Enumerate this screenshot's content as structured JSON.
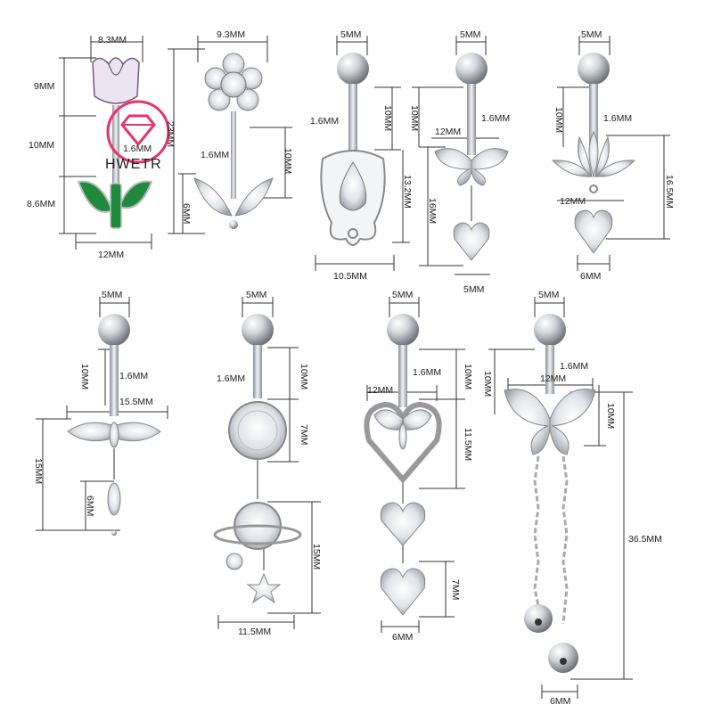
{
  "brand": {
    "name": "HWETR",
    "logo_color": "#e8336b"
  },
  "colors": {
    "metal": "#c9ccd1",
    "metal_dark": "#8a8f96",
    "petal": "#ece4f3",
    "leaf": "#1f8a3c",
    "dim_line": "#333333"
  },
  "items": [
    {
      "id": "tulip",
      "labels": {
        "width_top": "8.3MM",
        "head": "9MM",
        "stem": "10MM",
        "leaf": "8.6MM",
        "bar": "1.6MM",
        "width_bottom": "12MM"
      }
    },
    {
      "id": "flower",
      "labels": {
        "width_top": "9.3MM",
        "total": "23MM",
        "bar": "1.6MM",
        "stem": "10MM",
        "drop": "6MM"
      }
    },
    {
      "id": "teardrop-shield",
      "labels": {
        "ball": "5MM",
        "bar": "1.6MM",
        "length": "10MM",
        "height": "13.2MM",
        "width": "10.5MM"
      }
    },
    {
      "id": "butterfly-heart",
      "labels": {
        "ball": "5MM",
        "length": "10MM",
        "bar": "1.6MM",
        "wing": "12MM",
        "drop": "16MM",
        "heart": "5MM"
      }
    },
    {
      "id": "lotus-heart",
      "labels": {
        "ball": "5MM",
        "length": "10MM",
        "bar": "1.6MM",
        "height": "16.5MM",
        "width": "12MM",
        "heart": "6MM"
      }
    },
    {
      "id": "angel-wings",
      "labels": {
        "ball": "5MM",
        "length": "10MM",
        "bar": "1.6MM",
        "width": "15.5MM",
        "drop": "15MM",
        "marquise": "6MM"
      }
    },
    {
      "id": "round-star",
      "labels": {
        "ball": "5MM",
        "bar": "1.6MM",
        "length": "10MM",
        "gem": "7MM",
        "drop": "15MM",
        "width": "11.5MM"
      }
    },
    {
      "id": "heart-butterfly",
      "labels": {
        "ball": "5MM",
        "bar": "1.6MM",
        "length": "10MM",
        "width": "12MM",
        "heart_frame": "11.5MM",
        "heart": "7MM",
        "heart_width": "6MM"
      }
    },
    {
      "id": "butterfly-bells",
      "labels": {
        "ball": "5MM",
        "length": "10MM",
        "width": "12MM",
        "bar": "1.6MM",
        "butterfly": "10MM",
        "total": "36.5MM",
        "bell": "6MM"
      }
    }
  ]
}
